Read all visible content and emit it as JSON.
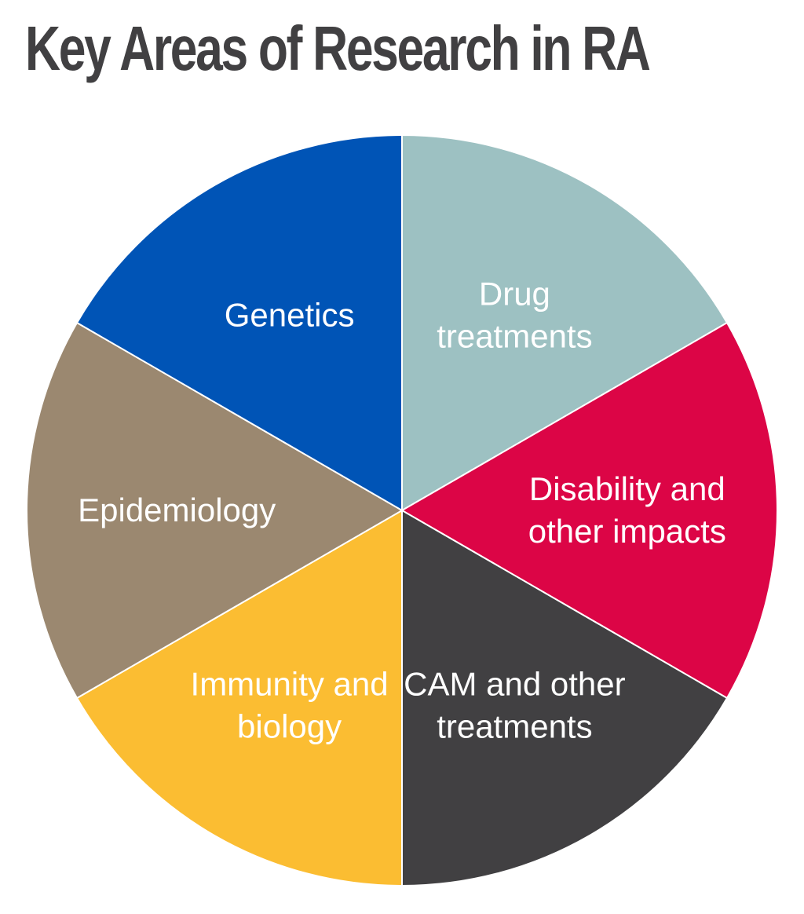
{
  "chart_data": {
    "type": "pie",
    "title": "Key Areas of Research in RA",
    "categories": [
      "Drug treatments",
      "Disability and other impacts",
      "CAM and other treatments",
      "Immunity and biology",
      "Epidemiology",
      "Genetics"
    ],
    "label_lines": [
      [
        "Drug",
        "treatments"
      ],
      [
        "Disability and",
        "other impacts"
      ],
      [
        "CAM and other",
        "treatments"
      ],
      [
        "Immunity and",
        "biology"
      ],
      [
        "Epidemiology"
      ],
      [
        "Genetics"
      ]
    ],
    "values": [
      1,
      1,
      1,
      1,
      1,
      1
    ],
    "colors": [
      "#9dc1c2",
      "#dc0546",
      "#414042",
      "#fbbd32",
      "#9b8870",
      "#0054b6"
    ],
    "start_angle_deg": 0,
    "direction": "clockwise",
    "legend": "none",
    "data_labels": "inside"
  }
}
